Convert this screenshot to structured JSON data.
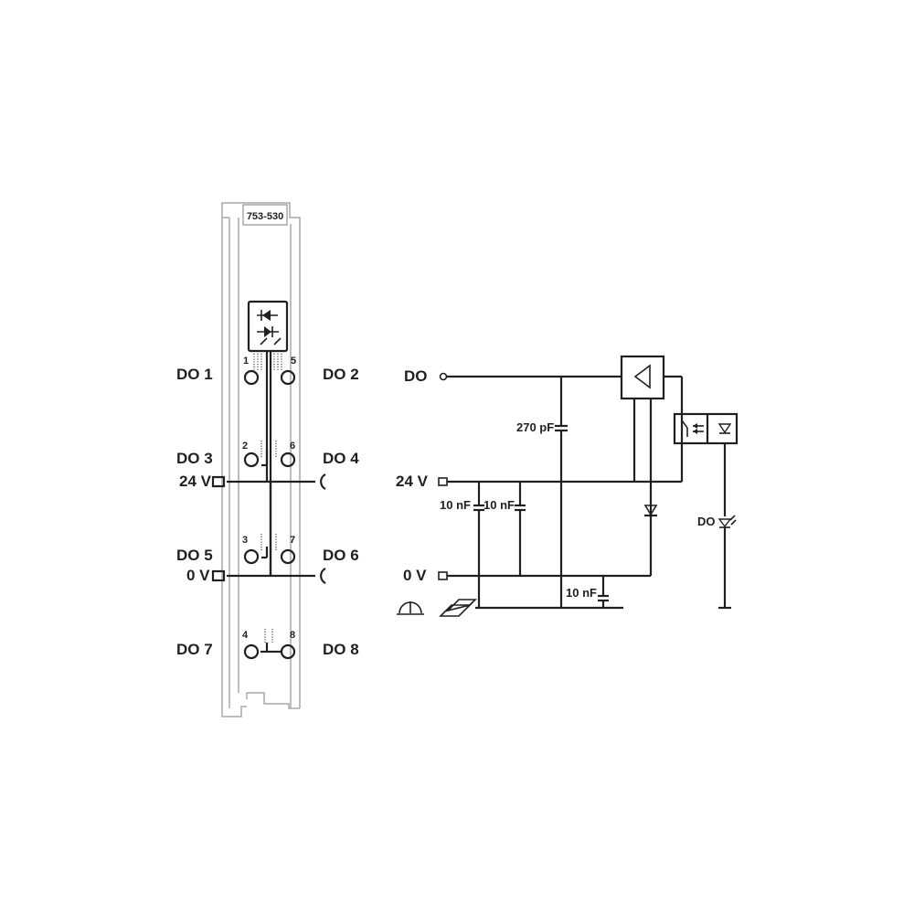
{
  "module": {
    "part_number": "753-530",
    "channels": [
      {
        "label": "DO 1",
        "terminal": "1"
      },
      {
        "label": "DO 2",
        "terminal": "5"
      },
      {
        "label": "DO 3",
        "terminal": "2"
      },
      {
        "label": "DO 4",
        "terminal": "6"
      },
      {
        "label": "DO 5",
        "terminal": "3"
      },
      {
        "label": "DO 6",
        "terminal": "7"
      },
      {
        "label": "DO 7",
        "terminal": "4"
      },
      {
        "label": "DO 8",
        "terminal": "8"
      }
    ],
    "supply_24v": "24 V",
    "supply_0v": "0 V"
  },
  "schematic": {
    "do_label": "DO",
    "v24_label": "24 V",
    "v0_label": "0 V",
    "cap_270": "270 pF",
    "cap_10a": "10 nF",
    "cap_10b": "10 nF",
    "cap_10c": "10 nF",
    "led_label": "DO"
  }
}
